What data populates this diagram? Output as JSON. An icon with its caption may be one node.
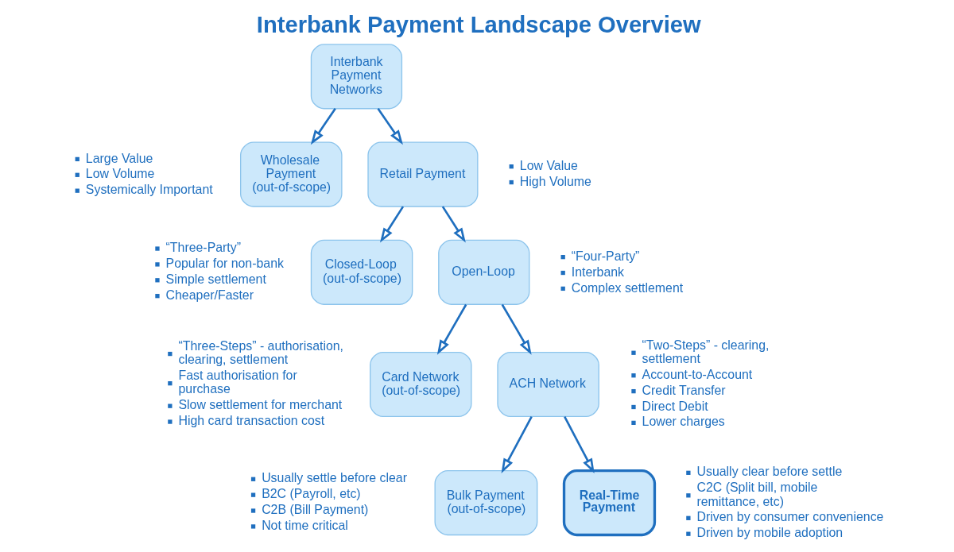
{
  "diagram": {
    "title": "Interbank Payment Landscape Overview",
    "nodes": [
      {
        "text": [
          "Interbank Payment Networks"
        ]
      },
      {
        "text": [
          "Wholesale Payment (out-of-scope)"
        ],
        "beside": [
          "Large Value",
          "Low Volume",
          "Systemically Important"
        ]
      },
      {
        "text": [
          "Retail Payment"
        ],
        "beside": [
          "Low Value",
          "High Volume"
        ]
      },
      {
        "text": [
          "Closed-Loop (out-of-scope)"
        ],
        "beside": [
          "“Three-Party”",
          "Popular for non-bank",
          "Simple settlement",
          "Cheaper/Faster"
        ]
      },
      {
        "text": [
          "Open-Loop"
        ],
        "beside": [
          "“Four-Party”",
          "Interbank",
          "Complex settlement"
        ]
      },
      {
        "text": [
          "Card Network (out-of-scope)"
        ],
        "beside": [
          "“Three-Steps” - authorisation, clearing, settlement",
          "Fast authorisation for purchase",
          "Slow settlement for merchant",
          "High card transaction cost"
        ]
      },
      {
        "text": [
          "ACH Network"
        ],
        "beside": [
          "“Two-Steps” - clearing, settlement",
          "Account-to-Account",
          "Credit Transfer",
          "Direct Debit",
          "Lower charges"
        ]
      },
      {
        "text": [
          "Bulk Payment (out-of-scope)"
        ],
        "beside": [
          "Usually settle before clear",
          "B2C (Payroll, etc)",
          "C2B (Bill Payment)",
          "Not time critical"
        ]
      },
      {
        "text": [
          "Real-Time Payment"
        ],
        "beside": [
          "Usually clear before settle",
          "C2C (Split bill, mobile remittance, etc)",
          "Driven by consumer convenience",
          "Driven by mobile adoption"
        ]
      }
    ],
    "edges": [
      {
        "from": 0,
        "to": 1,
        "arrow": "to"
      },
      {
        "from": 0,
        "to": 2,
        "arrow": "to"
      },
      {
        "from": 2,
        "to": 3,
        "arrow": "to"
      },
      {
        "from": 2,
        "to": 4,
        "arrow": "to"
      },
      {
        "from": 4,
        "to": 5,
        "arrow": "to"
      },
      {
        "from": 4,
        "to": 6,
        "arrow": "to"
      },
      {
        "from": 6,
        "to": 7,
        "arrow": "to"
      },
      {
        "from": 6,
        "to": 8,
        "arrow": "to"
      }
    ]
  }
}
